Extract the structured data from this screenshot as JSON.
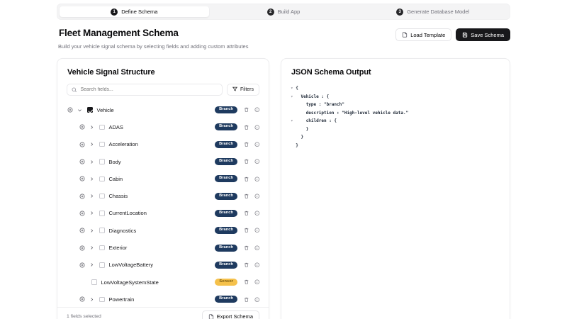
{
  "stepper": {
    "steps": [
      {
        "num": "1",
        "label": "Define Schema",
        "active": true
      },
      {
        "num": "2",
        "label": "Build App",
        "active": false
      },
      {
        "num": "3",
        "label": "Generate Database Model",
        "active": false
      }
    ]
  },
  "header": {
    "title_value": "Fleet Management Schema",
    "title_placeholder": "Schema name",
    "subtitle": "Build your vehicle signal schema by selecting fields and adding custom attributes",
    "load_template_label": "Load Template",
    "save_schema_label": "Save Schema"
  },
  "left_panel": {
    "title": "Vehicle Signal Structure",
    "search_placeholder": "Search fields...",
    "search_value": "",
    "filters_label": "Filters",
    "rows": [
      {
        "label": "Vehicle",
        "depth": 0,
        "checked": true,
        "expanded": true,
        "has_add": true,
        "has_toggle": true,
        "badge": "Branch",
        "badge_kind": "branch"
      },
      {
        "label": "ADAS",
        "depth": 1,
        "checked": false,
        "expanded": false,
        "has_add": true,
        "has_toggle": true,
        "badge": "Branch",
        "badge_kind": "branch"
      },
      {
        "label": "Acceleration",
        "depth": 1,
        "checked": false,
        "expanded": false,
        "has_add": true,
        "has_toggle": true,
        "badge": "Branch",
        "badge_kind": "branch"
      },
      {
        "label": "Body",
        "depth": 1,
        "checked": false,
        "expanded": false,
        "has_add": true,
        "has_toggle": true,
        "badge": "Branch",
        "badge_kind": "branch"
      },
      {
        "label": "Cabin",
        "depth": 1,
        "checked": false,
        "expanded": false,
        "has_add": true,
        "has_toggle": true,
        "badge": "Branch",
        "badge_kind": "branch"
      },
      {
        "label": "Chassis",
        "depth": 1,
        "checked": false,
        "expanded": false,
        "has_add": true,
        "has_toggle": true,
        "badge": "Branch",
        "badge_kind": "branch"
      },
      {
        "label": "CurrentLocation",
        "depth": 1,
        "checked": false,
        "expanded": false,
        "has_add": true,
        "has_toggle": true,
        "badge": "Branch",
        "badge_kind": "branch"
      },
      {
        "label": "Diagnostics",
        "depth": 1,
        "checked": false,
        "expanded": false,
        "has_add": true,
        "has_toggle": true,
        "badge": "Branch",
        "badge_kind": "branch"
      },
      {
        "label": "Exterior",
        "depth": 1,
        "checked": false,
        "expanded": false,
        "has_add": true,
        "has_toggle": true,
        "badge": "Branch",
        "badge_kind": "branch"
      },
      {
        "label": "LowVoltageBattery",
        "depth": 1,
        "checked": false,
        "expanded": false,
        "has_add": true,
        "has_toggle": true,
        "badge": "Branch",
        "badge_kind": "branch"
      },
      {
        "label": "LowVoltageSystemState",
        "depth": 2,
        "checked": false,
        "expanded": false,
        "has_add": false,
        "has_toggle": false,
        "badge": "Sensor",
        "badge_kind": "sensor"
      },
      {
        "label": "Powertrain",
        "depth": 1,
        "checked": false,
        "expanded": false,
        "has_add": true,
        "has_toggle": true,
        "badge": "Branch",
        "badge_kind": "branch"
      }
    ],
    "footer_status": "1 fields selected",
    "export_label": "Export Schema"
  },
  "right_panel": {
    "title": "JSON Schema Output",
    "json_lines": [
      {
        "tri": "▾",
        "indent": 0,
        "text": "{"
      },
      {
        "tri": "▾",
        "indent": 1,
        "text": "Vehicle : {"
      },
      {
        "tri": "",
        "indent": 2,
        "text": "type : \"branch\""
      },
      {
        "tri": "",
        "indent": 2,
        "text": "description : \"High-level vehicle data.\""
      },
      {
        "tri": "▾",
        "indent": 2,
        "text": "children : {"
      },
      {
        "tri": "",
        "indent": 2,
        "text": "}"
      },
      {
        "tri": "",
        "indent": 1,
        "text": "}"
      },
      {
        "tri": "",
        "indent": 0,
        "text": "}"
      }
    ]
  },
  "colors": {
    "branch_badge": "#1e3a5f",
    "sensor_badge": "#f5c14b",
    "primary_dark": "#18181b",
    "muted_text": "#71717a"
  }
}
